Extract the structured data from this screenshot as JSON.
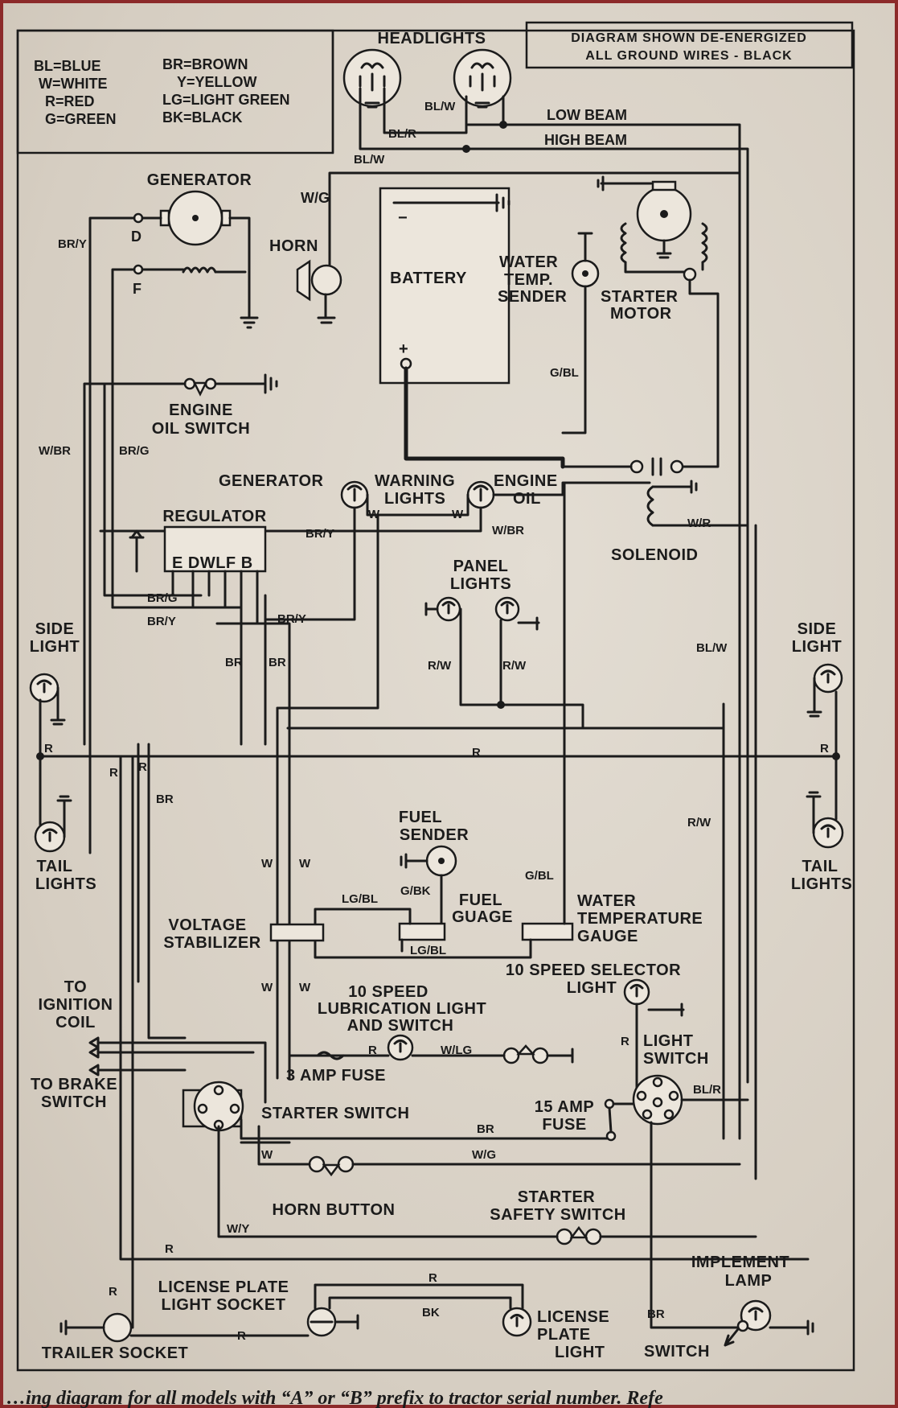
{
  "header": {
    "note_line1": "DIAGRAM SHOWN DE-ENERGIZED",
    "note_line2": "ALL GROUND WIRES - BLACK"
  },
  "legend": [
    "BL=BLUE",
    "W=WHITE",
    "R=RED",
    "G=GREEN",
    "BR=BROWN",
    "Y=YELLOW",
    "LG=LIGHT GREEN",
    "BK=BLACK"
  ],
  "components": {
    "headlights": "HEADLIGHTS",
    "generator": "GENERATOR",
    "generator_term_d": "D",
    "generator_term_f": "F",
    "horn": "HORN",
    "battery": "BATTERY",
    "battery_neg": "−",
    "battery_pos": "+",
    "water_temp_sender": [
      "WATER",
      "TEMP.",
      "SENDER"
    ],
    "starter_motor": [
      "STARTER",
      "MOTOR"
    ],
    "engine_oil_switch": [
      "ENGINE",
      "OIL SWITCH"
    ],
    "warning_lights": [
      "WARNING",
      "LIGHTS"
    ],
    "generator_light": "GENERATOR",
    "engine_oil_light": [
      "ENGINE",
      "OIL"
    ],
    "regulator": "REGULATOR",
    "regulator_terms": "E DWLF B",
    "solenoid": "SOLENOID",
    "panel_lights": [
      "PANEL",
      "LIGHTS"
    ],
    "side_light_left": [
      "SIDE",
      "LIGHT"
    ],
    "side_light_right": [
      "SIDE",
      "LIGHT"
    ],
    "tail_lights_left": [
      "TAIL",
      "LIGHTS"
    ],
    "tail_lights_right": [
      "TAIL",
      "LIGHTS"
    ],
    "fuel_sender": [
      "FUEL",
      "SENDER"
    ],
    "fuel_gauge": [
      "FUEL",
      "GUAGE"
    ],
    "water_temp_gauge": [
      "WATER",
      "TEMPERATURE",
      "GAUGE"
    ],
    "voltage_stabilizer": [
      "VOLTAGE",
      "STABILIZER"
    ],
    "selector_light": [
      "10 SPEED SELECTOR",
      "LIGHT"
    ],
    "to_ignition_coil": [
      "TO",
      "IGNITION",
      "COIL"
    ],
    "lube_light": [
      "10 SPEED",
      "LUBRICATION LIGHT",
      "AND SWITCH"
    ],
    "fuse_3": "3 AMP FUSE",
    "to_brake_switch": [
      "TO BRAKE",
      "SWITCH"
    ],
    "starter_switch": "STARTER SWITCH",
    "light_switch": [
      "LIGHT",
      "SWITCH"
    ],
    "fuse_15": [
      "15 AMP",
      "FUSE"
    ],
    "horn_button": "HORN BUTTON",
    "starter_safety_switch": [
      "STARTER",
      "SAFETY SWITCH"
    ],
    "implement_lamp": [
      "IMPLEMENT",
      "LAMP"
    ],
    "implement_switch": "SWITCH",
    "license_plate_socket": [
      "LICENSE PLATE",
      "LIGHT SOCKET"
    ],
    "license_plate_light": [
      "LICENSE",
      "PLATE",
      "LIGHT"
    ],
    "trailer_socket": "TRAILER SOCKET"
  },
  "wires": {
    "low_beam": "LOW BEAM",
    "high_beam": "HIGH BEAM",
    "bl_w_1": "BL/W",
    "bl_r_1": "BL/R",
    "bl_w_2": "BL/W",
    "w_g_horn": "W/G",
    "br_y_gen": "BR/Y",
    "w_br": "W/BR",
    "br_g": "BR/G",
    "g_bl_top": "G/BL",
    "br_y_warn": "BR/Y",
    "w_gen": "W",
    "w_oil": "W",
    "w_br_oil": "W/BR",
    "w_r_sol": "W/R",
    "br_g_reg": "BR/G",
    "br_y_reg": "BR/Y",
    "br_y_reg2": "BR/Y",
    "bl_w_right": "BL/W",
    "br_1": "BR",
    "br_2": "BR",
    "r_w_1": "R/W",
    "r_w_2": "R/W",
    "r_left": "R",
    "r_right": "R",
    "r_mid": "R",
    "r_a": "R",
    "r_b": "R",
    "br_left": "BR",
    "r_w_right": "R/W",
    "w_1": "W",
    "w_2": "W",
    "g_bk": "G/BK",
    "g_bl_gauge": "G/BL",
    "lg_bl_top": "LG/BL",
    "lg_bl_bot": "LG/BL",
    "w_3": "W",
    "w_4": "W",
    "r_lube": "R",
    "w_lg": "W/LG",
    "r_sel": "R",
    "bl_r_sw": "BL/R",
    "br_fuse": "BR",
    "w_horn": "W",
    "w_g_horn2": "W/G",
    "w_y": "W/Y",
    "r_bottom": "R",
    "r_lp": "R",
    "bk_lp": "BK",
    "r_trailer": "R",
    "r_trailer2": "R",
    "br_impl": "BR"
  },
  "footer": {
    "caption": "…ing diagram for all models with “A” or “B” prefix to tractor serial number. Refe"
  }
}
